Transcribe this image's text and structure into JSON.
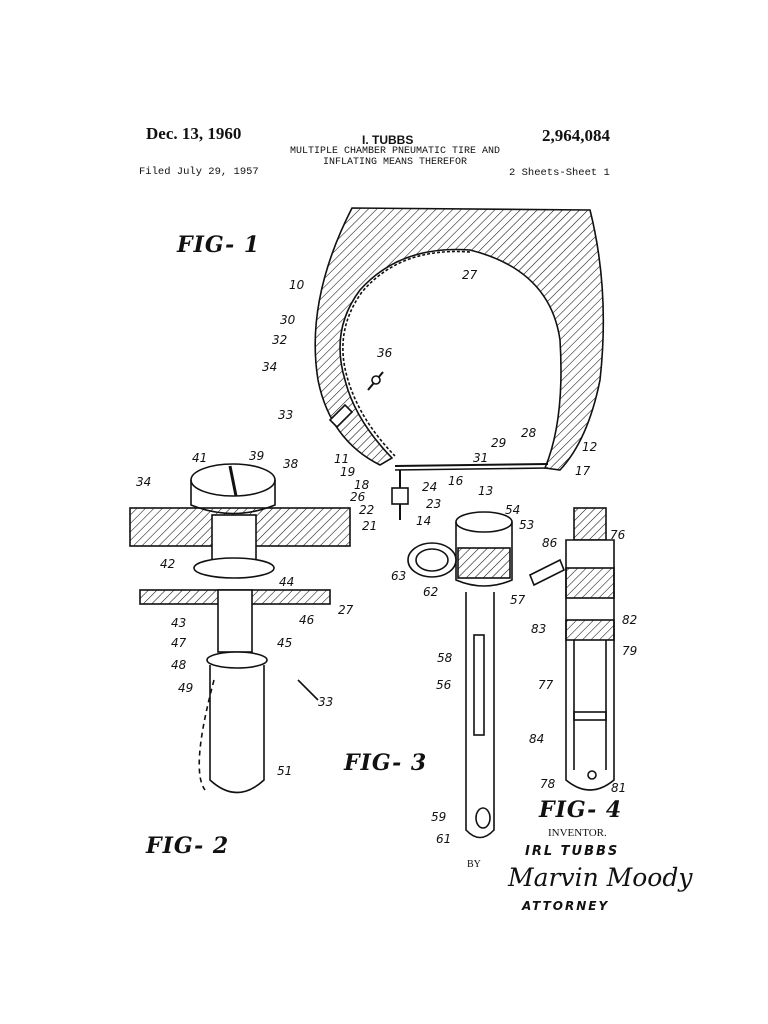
{
  "header": {
    "date": "Dec. 13, 1960",
    "inventor": "I. TUBBS",
    "patent_number": "2,964,084",
    "title_line1": "MULTIPLE CHAMBER PNEUMATIC TIRE AND",
    "title_line2": "INFLATING MEANS THEREFOR",
    "filed": "Filed July 29, 1957",
    "sheets": "2 Sheets-Sheet 1"
  },
  "figures": {
    "fig1": "FIG- 1",
    "fig2": "FIG- 2",
    "fig3": "FIG- 3",
    "fig4": "FIG- 4"
  },
  "signature": {
    "inventor_label": "INVENTOR.",
    "inventor_name": "IRL TUBBS",
    "by": "BY",
    "attorney_signature": "Marvin Moody",
    "attorney_label": "ATTORNEY"
  },
  "reference_numerals": {
    "fig1": [
      "10",
      "27",
      "30",
      "32",
      "36",
      "34",
      "33",
      "28",
      "29",
      "12",
      "31",
      "17",
      "11",
      "19",
      "18",
      "16",
      "13",
      "24",
      "26",
      "23",
      "22",
      "21",
      "14"
    ],
    "fig2": [
      "41",
      "39",
      "38",
      "34",
      "42",
      "44",
      "27",
      "43",
      "46",
      "47",
      "45",
      "48",
      "49",
      "33",
      "51"
    ],
    "fig3": [
      "54",
      "53",
      "63",
      "62",
      "57",
      "58",
      "56",
      "59",
      "61"
    ],
    "fig4": [
      "86",
      "76",
      "82",
      "83",
      "79",
      "77",
      "84",
      "78",
      "81"
    ]
  }
}
